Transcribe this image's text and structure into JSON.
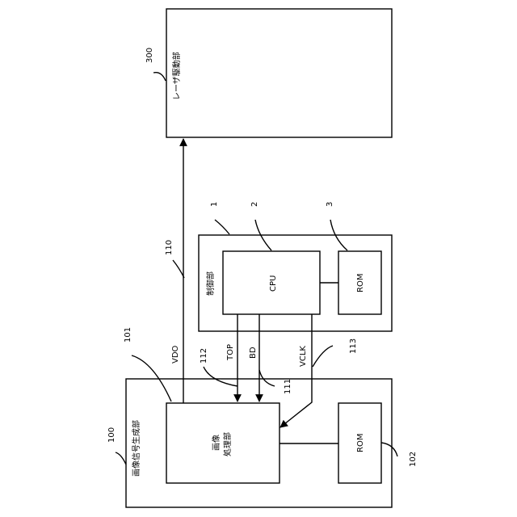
{
  "blocks": {
    "laser_driver": {
      "label": "レーザ駆動部",
      "ref": "300"
    },
    "control_unit": {
      "label": "制御部",
      "ref": "1"
    },
    "cpu": {
      "label": "CPU",
      "ref": "2"
    },
    "control_rom": {
      "label": "ROM",
      "ref": "3"
    },
    "image_signal_generator": {
      "label": "画像信号生成部",
      "ref": "100"
    },
    "image_processor": {
      "label_line1": "画像",
      "label_line2": "処理部",
      "ref": "101"
    },
    "image_rom": {
      "label": "ROM",
      "ref": "102"
    }
  },
  "signals": {
    "vdo": {
      "label": "VDO",
      "ref": "110"
    },
    "bd": {
      "label": "BD",
      "ref": "111"
    },
    "top": {
      "label": "TOP",
      "ref": "112"
    },
    "vclk": {
      "label": "VCLK",
      "ref": "113"
    }
  }
}
